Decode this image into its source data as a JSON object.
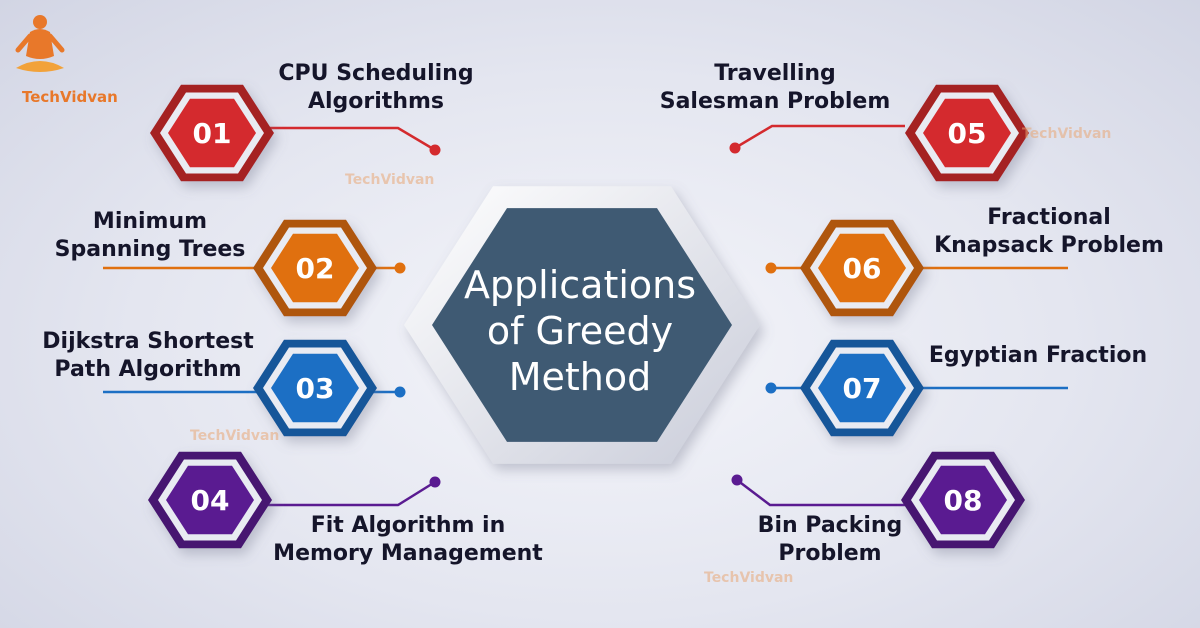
{
  "brand": {
    "name": "TechVidvan"
  },
  "title": {
    "line1": "Applications",
    "line2": "of Greedy",
    "line3": "Method"
  },
  "items": [
    {
      "number": "01",
      "line1": "CPU Scheduling",
      "line2": "Algorithms",
      "color": "#d42a2e"
    },
    {
      "number": "02",
      "line1": "Minimum",
      "line2": "Spanning Trees",
      "color": "#e0700f"
    },
    {
      "number": "03",
      "line1": "Dijkstra Shortest",
      "line2": "Path Algorithm",
      "color": "#1c6fc4"
    },
    {
      "number": "04",
      "line1": "Fit Algorithm in",
      "line2": "Memory Management",
      "color": "#5a1b91"
    },
    {
      "number": "05",
      "line1": "Travelling",
      "line2": "Salesman Problem",
      "color": "#d42a2e"
    },
    {
      "number": "06",
      "line1": "Fractional",
      "line2": "Knapsack Problem",
      "color": "#e0700f"
    },
    {
      "number": "07",
      "line1": "Egyptian Fraction",
      "line2": "",
      "color": "#1c6fc4"
    },
    {
      "number": "08",
      "line1": "Bin Packing",
      "line2": "Problem",
      "color": "#5a1b91"
    }
  ],
  "colors": {
    "center": "#3f5a73",
    "center_ring": "#eef0f6",
    "text": "#15152a"
  }
}
